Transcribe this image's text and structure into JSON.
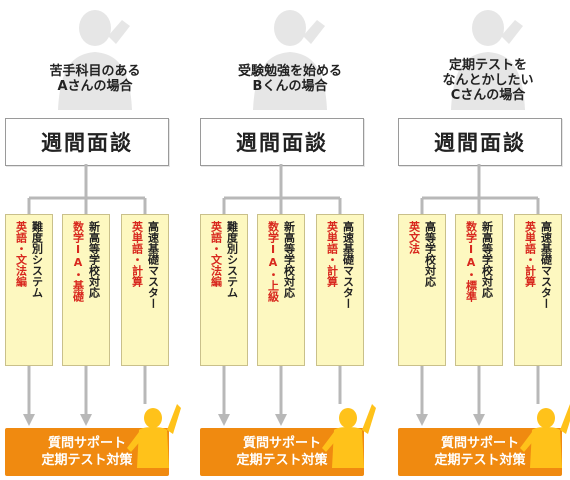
{
  "cases": [
    {
      "title": "苦手科目のある\nAさんの場合",
      "interview": "週間面談",
      "courses": [
        {
          "black": "難度別システム",
          "red": "英語・文法編"
        },
        {
          "black": "新高等学校対応",
          "red": "数学IA・基礎"
        },
        {
          "black": "高速基礎マスター",
          "red": "英単語・計算"
        }
      ],
      "support": [
        "質問サポート",
        "定期テスト対策"
      ]
    },
    {
      "title": "受験勉強を始める\nBくんの場合",
      "interview": "週間面談",
      "courses": [
        {
          "black": "難度別システム",
          "red": "英語・文法編"
        },
        {
          "black": "新高等学校対応",
          "red": "数学IA・上級"
        },
        {
          "black": "高速基礎マスター",
          "red": "英単語・計算"
        }
      ],
      "support": [
        "質問サポート",
        "定期テスト対策"
      ]
    },
    {
      "title": "定期テストを\nなんとかしたい\nCさんの場合",
      "interview": "週間面談",
      "courses": [
        {
          "black": "高等学校対応",
          "red": "英文法"
        },
        {
          "black": "新高等学校対応",
          "red": "数学IA・標準"
        },
        {
          "black": "高速基礎マスター",
          "red": "英単語・計算"
        }
      ],
      "support": [
        "質問サポート",
        "定期テスト対策"
      ]
    }
  ],
  "colors": {
    "box_fill": "#fdf8c0",
    "support_fill": "#f08a10",
    "red_text": "#d8281e",
    "arrow": "#b8b8b8"
  }
}
